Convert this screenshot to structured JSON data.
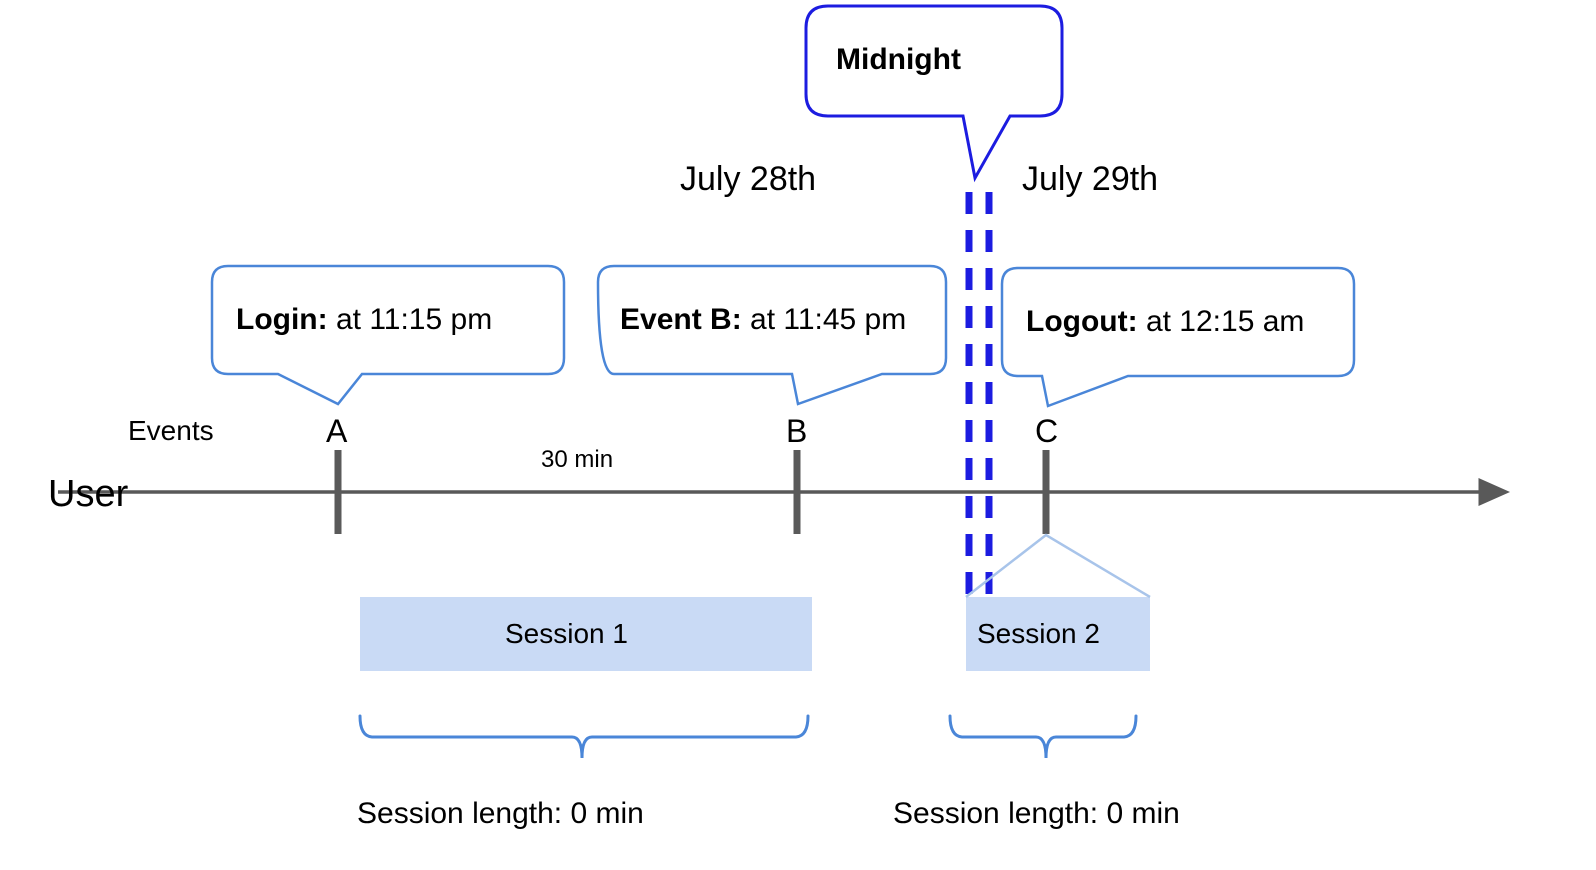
{
  "diagram": {
    "title": "User session timeline across midnight",
    "colors": {
      "callout_border": "#4a86d8",
      "midnight_border": "#1c1ce0",
      "midnight_dash": "#1c1ce0",
      "session_fill": "#c9daf5",
      "session_edge": "#a8c4ea",
      "timeline": "#595959",
      "marker": "#5a5a5a",
      "brace": "#4a86d8",
      "text": "#000000"
    }
  },
  "midnight_callout": {
    "label": "Midnight"
  },
  "dates": {
    "left": "July 28th",
    "right": "July 29th"
  },
  "callouts": [
    {
      "name": "login",
      "bold": "Login:",
      "rest": " at 11:15 pm"
    },
    {
      "name": "event-b",
      "bold": "Event B:",
      "rest": " at 11:45 pm"
    },
    {
      "name": "logout",
      "bold": "Logout:",
      "rest": " at 12:15 am"
    }
  ],
  "axis": {
    "row_label": "User",
    "events_label": "Events",
    "duration_label": "30 min"
  },
  "markers": [
    {
      "name": "marker-a",
      "label": "A"
    },
    {
      "name": "marker-b",
      "label": "B"
    },
    {
      "name": "marker-c",
      "label": "C"
    }
  ],
  "sessions": [
    {
      "name": "session-1",
      "label": "Session 1",
      "length_label": "Session length: 0 min"
    },
    {
      "name": "session-2",
      "label": "Session 2",
      "length_label": "Session length: 0 min"
    }
  ]
}
